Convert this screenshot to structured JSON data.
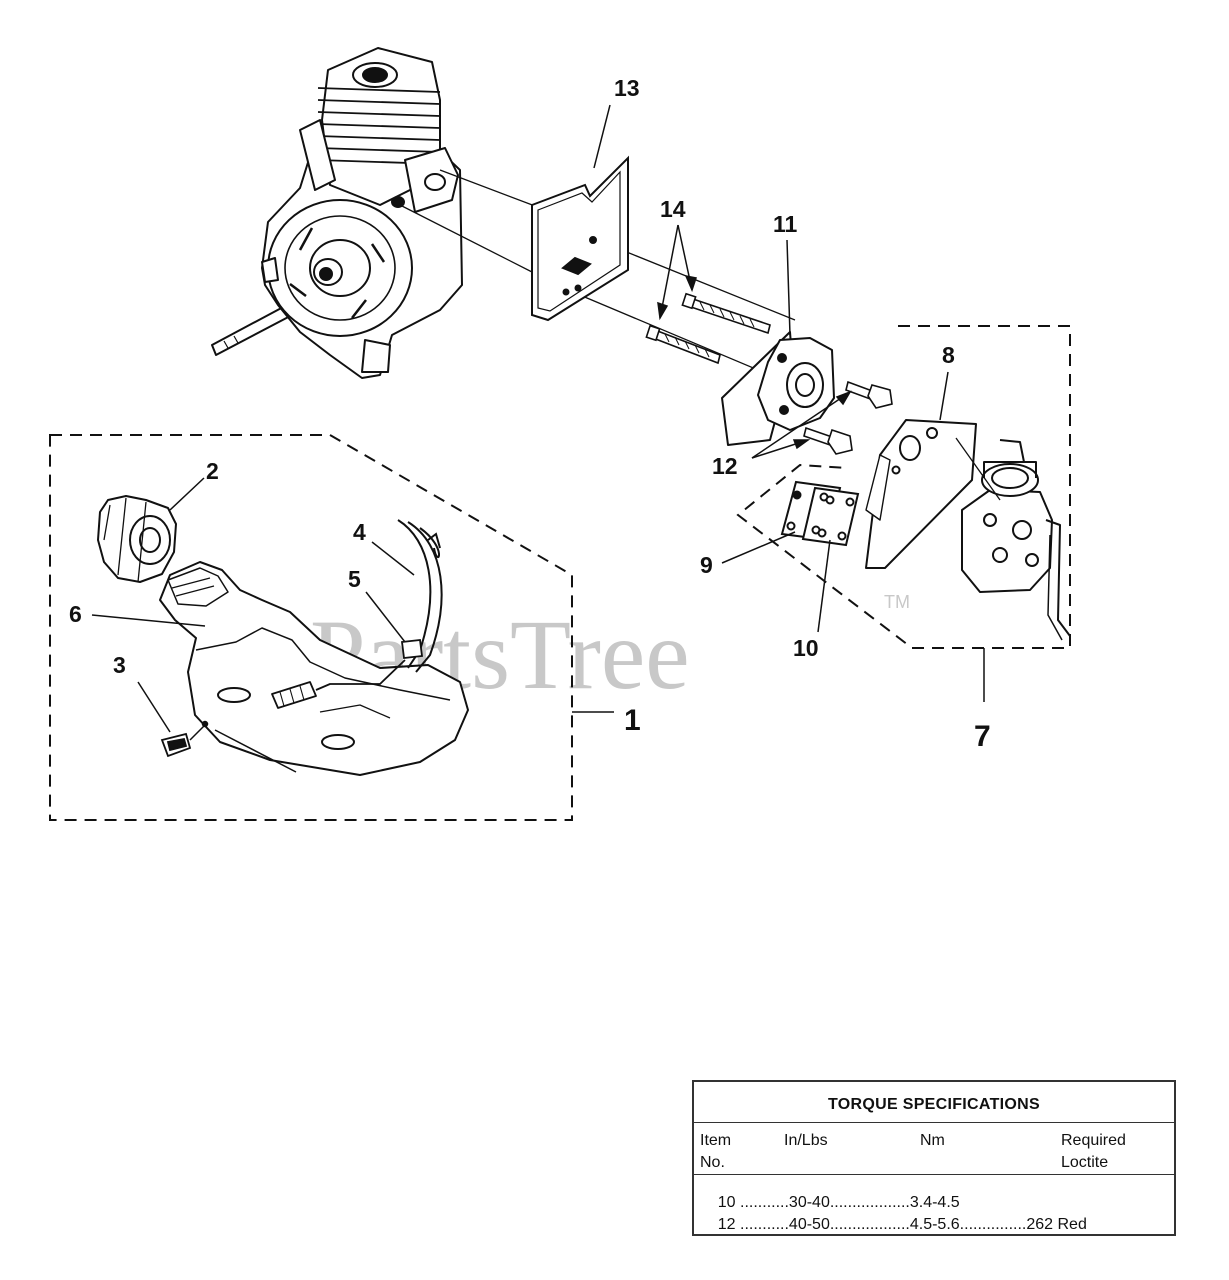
{
  "callouts": {
    "c1": "1",
    "c2": "2",
    "c3": "3",
    "c4": "4",
    "c5": "5",
    "c6": "6",
    "c7": "7",
    "c8": "8",
    "c9": "9",
    "c10": "10",
    "c11": "11",
    "c12": "12",
    "c13": "13",
    "c14": "14"
  },
  "watermark": {
    "text": "PartsTree",
    "tm": "TM"
  },
  "torque": {
    "title": "TORQUE SPECIFICATIONS",
    "headers": {
      "item_1": "Item",
      "item_2": "No.",
      "inlbs": "In/Lbs",
      "nm": "Nm",
      "loctite_1": "Required",
      "loctite_2": "Loctite"
    },
    "rows": [
      {
        "item": "10",
        "lead1": " ...........",
        "inlbs": "30-40",
        "lead2": "..................",
        "nm": "3.4-4.5",
        "lead3": "",
        "loctite": ""
      },
      {
        "item": "12",
        "lead1": " ...........",
        "inlbs": "40-50",
        "lead2": "..................",
        "nm": "4.5-5.6",
        "lead3": "...............",
        "loctite": "262 Red"
      }
    ]
  }
}
